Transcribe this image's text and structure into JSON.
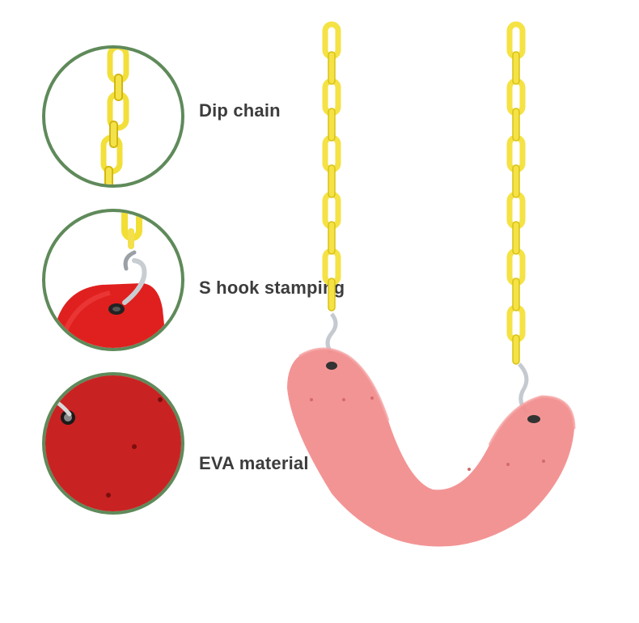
{
  "features": [
    {
      "id": "chain",
      "label": "Dip chain",
      "icon": "chain-link-icon"
    },
    {
      "id": "hook",
      "label": "S hook stamping",
      "icon": "s-hook-icon"
    },
    {
      "id": "material",
      "label": "EVA material",
      "icon": "eva-texture-icon"
    }
  ],
  "colors": {
    "circle_border": "#5f8a5a",
    "chain_yellow": "#f6e34a",
    "seat_red": "#e23a3a",
    "seat_pink": "#f28c8c",
    "label_text": "#3c3c3c"
  }
}
